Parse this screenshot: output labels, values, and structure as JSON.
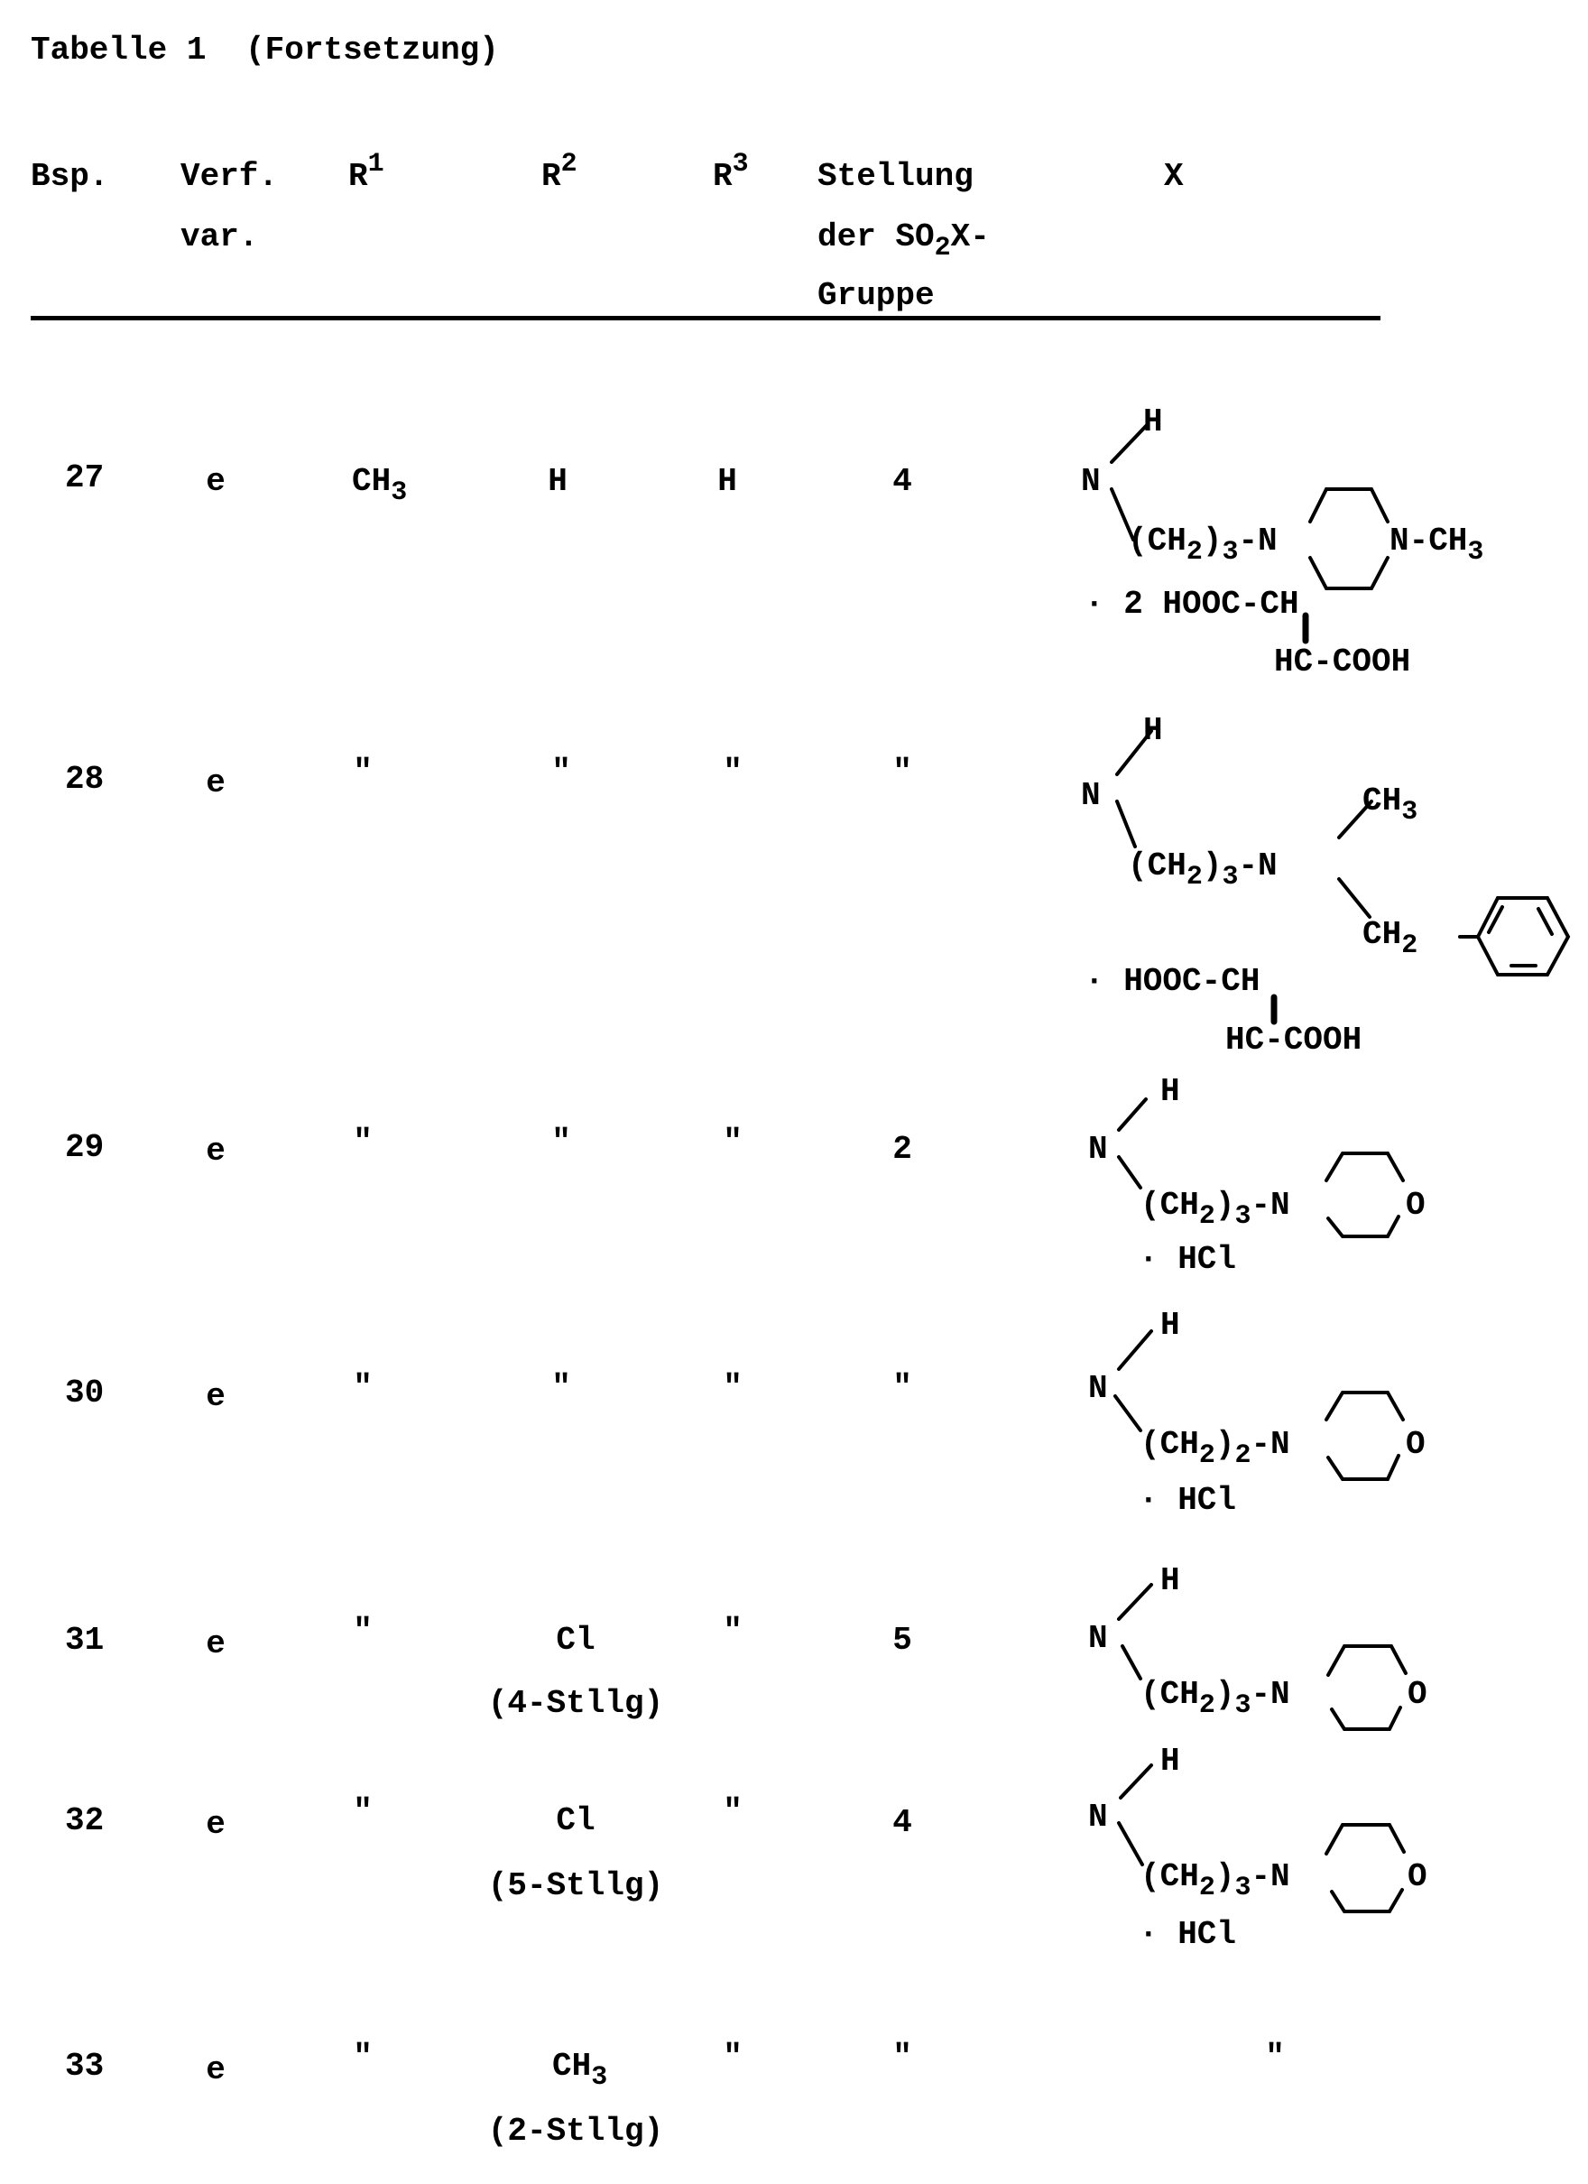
{
  "title": "Tabelle 1",
  "title_suffix": "(Fortsetzung)",
  "headers": {
    "bsp": "Bsp.",
    "verf_line1": "Verf.",
    "verf_line2": "var.",
    "r1": "R",
    "r1_sup": "1",
    "r2": "R",
    "r2_sup": "2",
    "r3": "R",
    "r3_sup": "3",
    "stellung_line1": "Stellung",
    "stellung_line2_pre": "der SO",
    "stellung_line2_sub": "2",
    "stellung_line2_post": "X-",
    "stellung_line3": "Gruppe",
    "x": "X"
  },
  "rows": [
    {
      "bsp": "27",
      "verf": "e",
      "r1": "CH",
      "r1_sub": "3",
      "r2": "H",
      "r3": "H",
      "stellung": "4",
      "x": {
        "h": "H",
        "n": "N",
        "chain": "(CH",
        "chain_sub": "2",
        "chain_close": ")",
        "chain_n": "3",
        "link": "-N",
        "ring": "piperazine",
        "ring_n": "N-CH",
        "ring_n_sub": "3",
        "salt_line1": "· 2 HOOC-CH",
        "salt_line2": "HC-COOH"
      }
    },
    {
      "bsp": "28",
      "verf": "e",
      "r1": "\"",
      "r2": "\"",
      "r3": "\"",
      "stellung": "\"",
      "x": {
        "h": "H",
        "n": "N",
        "chain": "(CH",
        "chain_sub": "2",
        "chain_close": ")",
        "chain_n": "3",
        "link": "-N",
        "branch_top": "CH",
        "branch_top_sub": "3",
        "branch_bottom": "CH",
        "branch_bottom_sub": "2",
        "ring": "phenyl",
        "salt_line1": "· HOOC-CH",
        "salt_line2": "HC-COOH"
      }
    },
    {
      "bsp": "29",
      "verf": "e",
      "r1": "\"",
      "r2": "\"",
      "r3": "\"",
      "stellung": "2",
      "x": {
        "h": "H",
        "n": "N",
        "chain": "(CH",
        "chain_sub": "2",
        "chain_close": ")",
        "chain_n": "3",
        "link": "-N",
        "ring": "morpholine",
        "ring_o": "O",
        "salt": "· HCl"
      }
    },
    {
      "bsp": "30",
      "verf": "e",
      "r1": "\"",
      "r2": "\"",
      "r3": "\"",
      "stellung": "\"",
      "x": {
        "h": "H",
        "n": "N",
        "chain": "(CH",
        "chain_sub": "2",
        "chain_close": ")",
        "chain_n": "2",
        "link": "-N",
        "ring": "morpholine",
        "ring_o": "O",
        "salt": "· HCl"
      }
    },
    {
      "bsp": "31",
      "verf": "e",
      "r1": "\"",
      "r2": "Cl",
      "r2_note": "(4-Stllg)",
      "r3": "\"",
      "stellung": "5",
      "x": {
        "h": "H",
        "n": "N",
        "chain": "(CH",
        "chain_sub": "2",
        "chain_close": ")",
        "chain_n": "3",
        "link": "-N",
        "ring": "morpholine",
        "ring_o": "O"
      }
    },
    {
      "bsp": "32",
      "verf": "e",
      "r1": "\"",
      "r2": "Cl",
      "r2_note": "(5-Stllg)",
      "r3": "\"",
      "stellung": "4",
      "x": {
        "h": "H",
        "n": "N",
        "chain": "(CH",
        "chain_sub": "2",
        "chain_close": ")",
        "chain_n": "3",
        "link": "-N",
        "ring": "morpholine",
        "ring_o": "O",
        "salt": "· HCl"
      }
    },
    {
      "bsp": "33",
      "verf": "e",
      "r1": "\"",
      "r2": "CH",
      "r2_sub": "3",
      "r2_note": "(2-Stllg)",
      "r3": "\"",
      "stellung": "\"",
      "x": {
        "ditto": "\""
      }
    }
  ]
}
